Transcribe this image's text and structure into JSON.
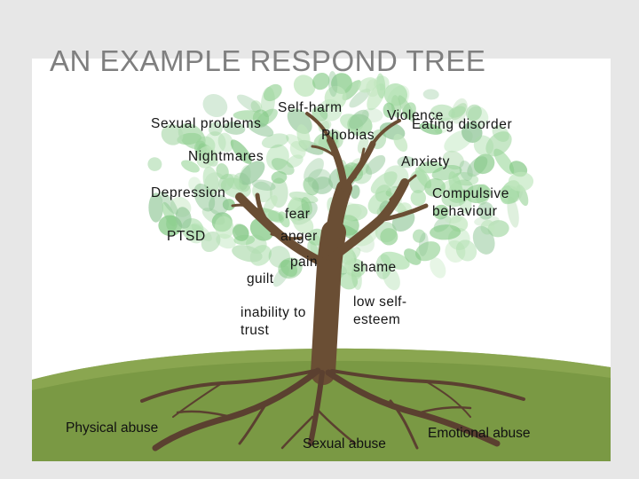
{
  "title": "AN EXAMPLE RESPOND TREE",
  "colors": {
    "background": "#e7e7e7",
    "panel": "#ffffff",
    "title": "#7f7f7f",
    "foliage": [
      "#6dbf6f",
      "#86cc86",
      "#9ad79a",
      "#b4e2b1",
      "#7cbc84",
      "#a9d8a8"
    ],
    "trunk": "#6a4e34",
    "root": "#5b4030",
    "ground": "#7a9944",
    "ground_light": "#91ab55"
  },
  "outer_symptoms": [
    "Self-harm",
    "Violence",
    "Sexual problems",
    "Eating disorder",
    "Phobias",
    "Nightmares",
    "Anxiety",
    "Depression",
    "Compulsive behaviour",
    "PTSD"
  ],
  "inner_feelings": [
    "fear",
    "anger",
    "pain",
    "shame",
    "guilt",
    "low self-esteem",
    "inability to trust"
  ],
  "roots": [
    "Physical abuse",
    "Sexual abuse",
    "Emotional abuse"
  ],
  "icons": {
    "tree": "tree-icon"
  }
}
